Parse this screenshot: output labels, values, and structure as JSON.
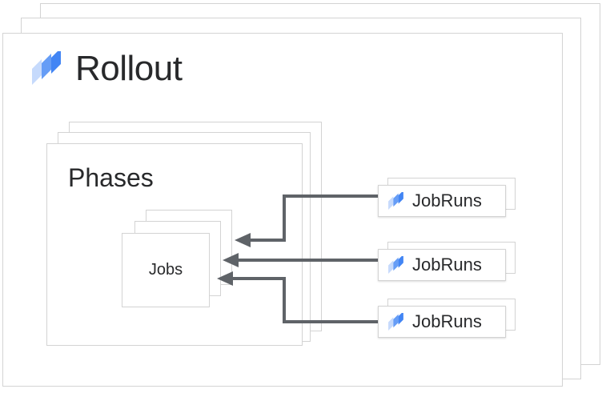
{
  "diagram": {
    "type": "nested-resource-hierarchy",
    "background_color": "#ffffff",
    "card_border_color": "#d3d3d3",
    "text_color": "#28292b",
    "connector_color": "#5f6368",
    "accent_colors": {
      "logo_dark": "#4285f4",
      "logo_mid": "#669df6",
      "logo_light": "#c6dafc"
    }
  },
  "rollout": {
    "title": "Rollout",
    "icon": "rollout-icon",
    "stack_count": 3
  },
  "phases": {
    "title": "Phases",
    "stack_count": 3
  },
  "jobs": {
    "title": "Jobs",
    "stack_count": 3
  },
  "jobruns": [
    {
      "label": "JobRuns",
      "icon": "rollout-icon"
    },
    {
      "label": "JobRuns",
      "icon": "rollout-icon"
    },
    {
      "label": "JobRuns",
      "icon": "rollout-icon"
    }
  ],
  "connectors": [
    {
      "from": "jobruns-1",
      "to": "jobs-card-3",
      "style": "elbow-down-left-arrow"
    },
    {
      "from": "jobruns-2",
      "to": "jobs-card-2",
      "style": "straight-left-arrow"
    },
    {
      "from": "jobruns-3",
      "to": "jobs-card-1",
      "style": "elbow-up-left-arrow"
    }
  ]
}
